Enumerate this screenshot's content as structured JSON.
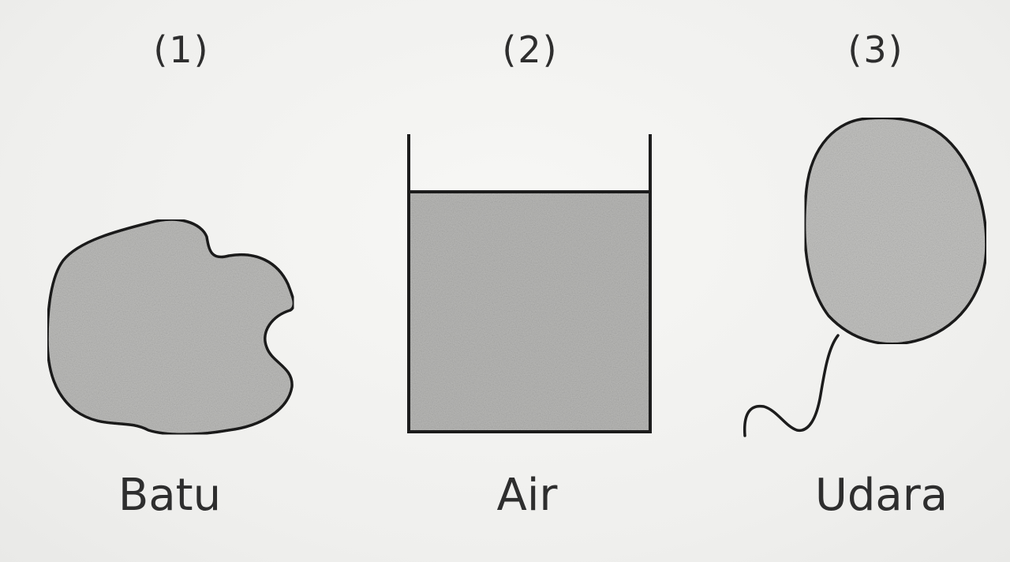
{
  "items": [
    {
      "number": "(1)",
      "label": "Batu"
    },
    {
      "number": "(2)",
      "label": "Air"
    },
    {
      "number": "(3)",
      "label": "Udara"
    }
  ],
  "colors": {
    "outline": "#1c1c1c",
    "fill": "#bdbdbb",
    "text": "#2e2e2e"
  }
}
